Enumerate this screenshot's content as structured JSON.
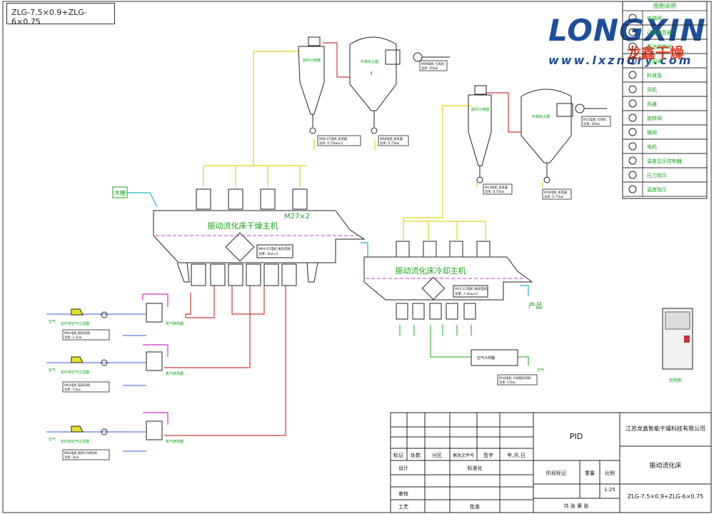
{
  "header": {
    "model_code": "ZLG-7.5×0.9+ZLG-6×0.75"
  },
  "logo": {
    "name": "LONGXIN",
    "subtitle": "龙鑫干燥",
    "url": "www.lxzndry.com"
  },
  "legend": {
    "title": "图例说明",
    "items": [
      "电磁阀",
      "过滤消音器",
      "蒸汽调节阀",
      "止回阀",
      "料液泵",
      "风机",
      "风器",
      "旋转阀",
      "蝶阀",
      "电机",
      "温度显示控制器",
      "压力指示",
      "温度指示"
    ]
  },
  "labels": {
    "dryer_main": "振动流化床干燥主机",
    "cooler_main": "振动流化床冷却主机",
    "feed": "木糖",
    "product": "产品",
    "m27x2": "M27×2",
    "air": "空气",
    "heater": "蒸汽换热器",
    "filter": "初中效空气过滤器",
    "cyclone": "旋风分离器",
    "bag_filter": "布袋除尘器",
    "cooler_box": "空气冷却器",
    "panel": "控制柜"
  },
  "motors": {
    "dryer_vib": "M04-05电机 振动电机",
    "dryer_vib_power": "功率: 3kw×2",
    "cooler_vib": "M11-12电机 振动电机",
    "cooler_vib_power": "功率: 2.2kw×2",
    "rot1": "M06-07电机 关风器",
    "rot1_power": "功率: 0.75kw×2",
    "rot2": "M08电机 关风器",
    "rot2_power": "功率: 0.75kw",
    "fan1": "M09电机 引风机",
    "fan1_power": "功率: 45kw",
    "rot3": "M14电机 关风器",
    "rot3_power": "功率: 0.75kw",
    "rot4": "M16电机 关风器",
    "rot4_power": "功率: 0.75kw",
    "fan2": "M15电机 引风机",
    "fan2_power": "功率: 30kw",
    "blower1": "M01电机 鼓风风机",
    "blower1_power": "功率: 2.2kw",
    "blower2": "M02电机 鼓风风机",
    "blower2_power": "功率: 15kw",
    "blower3": "M03电机 鼓风/冷却风机",
    "blower3_power": "功率: 3kw",
    "blower4": "M10电机 冷却鼓风风机",
    "blower4_power": "功率: 15kw"
  },
  "titleblock": {
    "pid": "PID",
    "company": "江苏龙鑫智能干燥科技有限公司",
    "drawing_name": "振动流化床",
    "model": "ZLG-7.5×0.9+ZLG-6×0.75",
    "scale_label": "比例",
    "scale": "1:25",
    "weight": "重量",
    "stage": "阶段标记",
    "sheets": "共 张 第 张",
    "mark": "标记",
    "count": "处数",
    "zone": "分区",
    "doc_no": "更改文件号",
    "sign": "签字",
    "date": "年,月,日",
    "design": "设计",
    "standard": "标准化",
    "review": "审核",
    "process": "工艺",
    "approve": "批准"
  }
}
